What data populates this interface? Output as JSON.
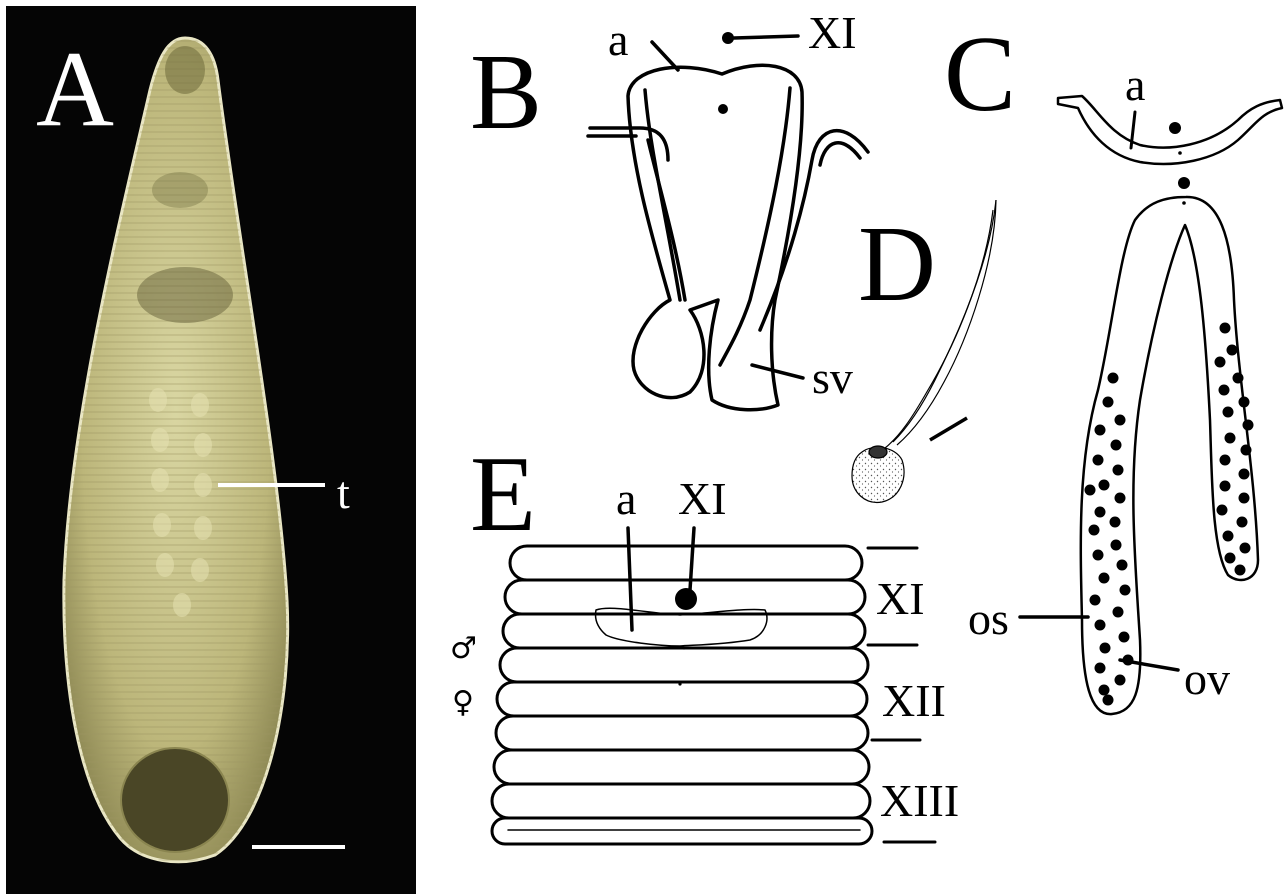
{
  "panels": {
    "A": {
      "letter": "A",
      "labels": {
        "t": "t"
      }
    },
    "B": {
      "letter": "B",
      "labels": {
        "a": "a",
        "XI": "XI",
        "sv": "sv"
      }
    },
    "C": {
      "letter": "C",
      "labels": {
        "a": "a",
        "os": "os",
        "ov": "ov"
      }
    },
    "D": {
      "letter": "D"
    },
    "E": {
      "letter": "E",
      "labels": {
        "a": "a",
        "XI_top": "XI",
        "XI": "XI",
        "XII": "XII",
        "XIII": "XIII"
      },
      "symbols": {
        "male": "♂",
        "female": "♀"
      }
    }
  }
}
